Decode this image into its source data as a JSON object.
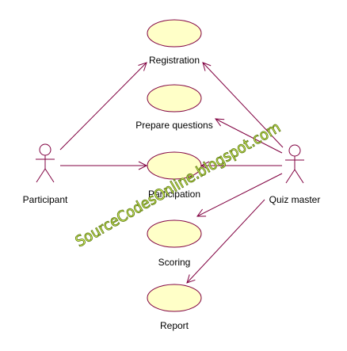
{
  "diagram": {
    "type": "use-case",
    "colors": {
      "line": "#800040",
      "usecase_fill": "#ffffc8",
      "watermark_fill": "#e4ff6a",
      "watermark_stroke": "#5c7a10"
    },
    "actors": {
      "participant": {
        "label": "Participant"
      },
      "quiz_master": {
        "label": "Quiz master"
      }
    },
    "use_cases": {
      "registration": {
        "label": "Registration"
      },
      "prepare_questions": {
        "label": "Prepare questions"
      },
      "participation": {
        "label": "Participation"
      },
      "scoring": {
        "label": "Scoring"
      },
      "report": {
        "label": "Report"
      }
    },
    "associations": [
      {
        "from": "Participant",
        "to": "Registration"
      },
      {
        "from": "Participant",
        "to": "Participation"
      },
      {
        "from": "Quiz master",
        "to": "Registration"
      },
      {
        "from": "Quiz master",
        "to": "Prepare questions"
      },
      {
        "from": "Quiz master",
        "to": "Participation"
      },
      {
        "from": "Quiz master",
        "to": "Scoring"
      },
      {
        "from": "Quiz master",
        "to": "Report"
      }
    ],
    "watermark": "SourceCodesOnline.blogspot.com"
  }
}
